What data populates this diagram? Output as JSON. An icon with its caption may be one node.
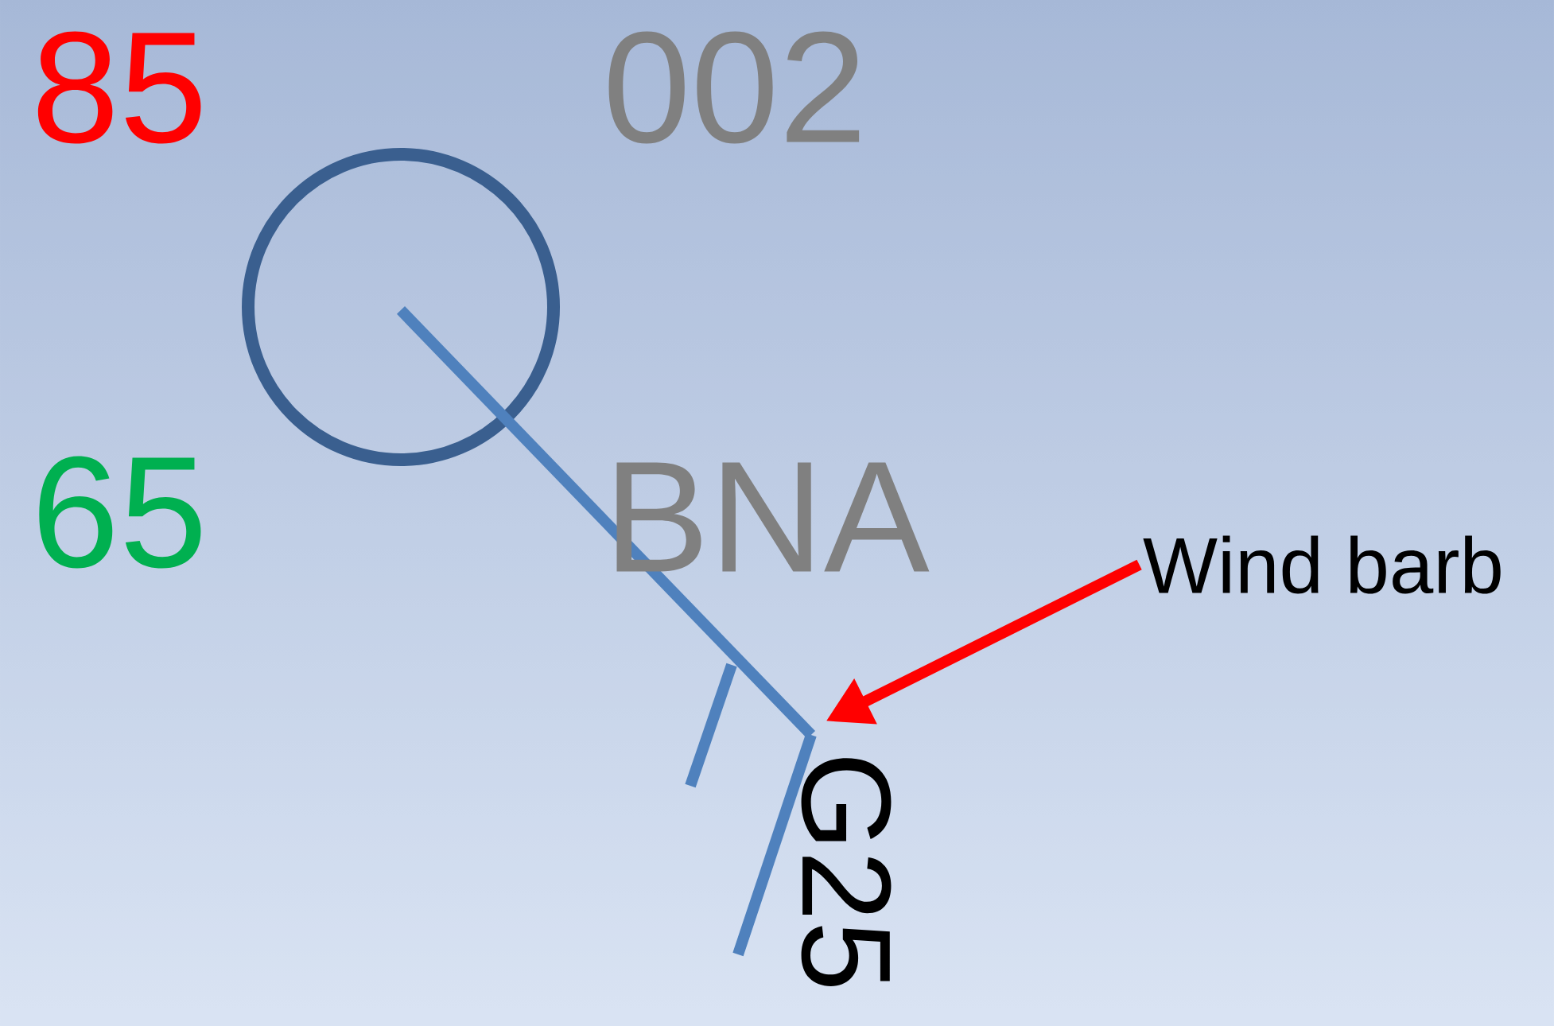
{
  "diagram": {
    "nodes": [
      {
        "text": [
          "Wind barb"
        ]
      },
      {
        "text": [],
        "shape": "picture"
      },
      {
        "text": [],
        "shape": "circle"
      }
    ],
    "edges": [
      {
        "from": 0,
        "to": 1,
        "arrow": "to",
        "color": "#ff0000"
      }
    ],
    "labels": [
      "85",
      "002",
      "65",
      "BNA",
      "G25"
    ]
  }
}
